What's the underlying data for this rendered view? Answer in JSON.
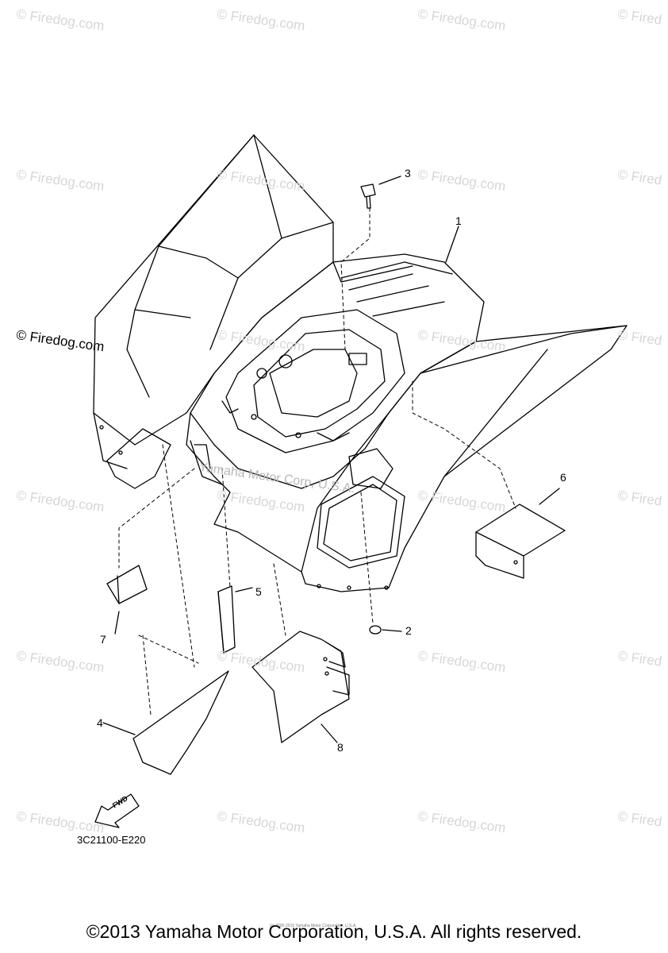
{
  "watermark": {
    "text": "© Firedog.com",
    "text_truncated": "© Fired",
    "color": "#d6d6d6"
  },
  "center_watermark": "Yamaha Motor Corp, U.S.A.",
  "callouts": {
    "c1": "1",
    "c2": "2",
    "c3": "3",
    "c4": "4",
    "c5": "5",
    "c6": "6",
    "c7": "7",
    "c8": "8"
  },
  "fwd_label": "FWD",
  "part_code": "3C21100-E220",
  "tiny_copyright": "(c) 2005-2015 Yamaha Motor Corporation, U.S.A.",
  "copyright": "©2013 Yamaha Motor Corporation, U.S.A. All rights reserved."
}
